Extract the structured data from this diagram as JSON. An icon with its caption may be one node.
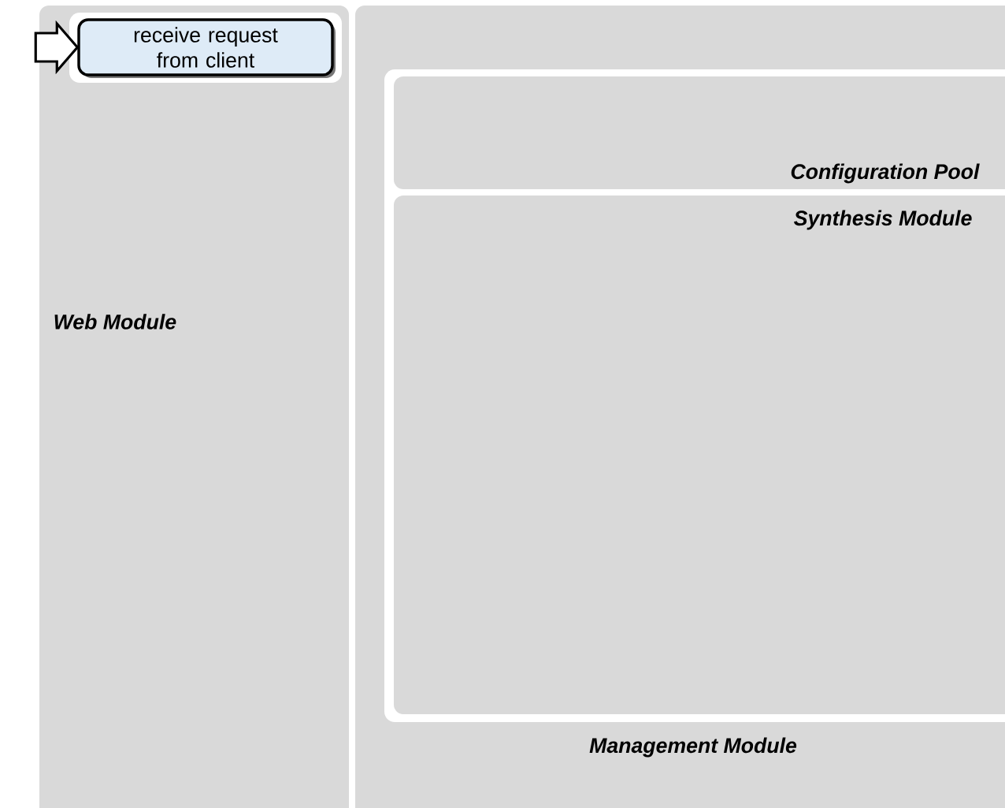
{
  "diagram": {
    "nodes": [
      {
        "text": [
          "Web Module"
        ]
      },
      {
        "text": [
          "receive request from client"
        ],
        "in": 0
      },
      {
        "text": [
          "Management Module"
        ]
      },
      {
        "text": [
          "Configuration Pool"
        ],
        "in": 2
      },
      {
        "text": [
          "Synthesis Module"
        ],
        "in": 2
      }
    ],
    "edges": [
      {
        "from": null,
        "to": 1,
        "arrow": "to"
      }
    ]
  }
}
